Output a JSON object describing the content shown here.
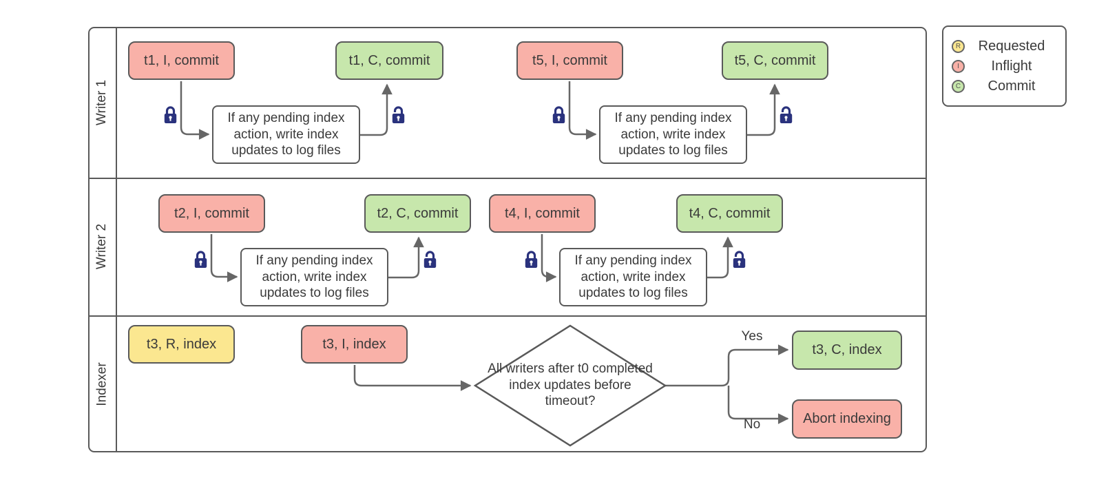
{
  "lanes": [
    {
      "label": "Writer 1"
    },
    {
      "label": "Writer 2"
    },
    {
      "label": "Indexer"
    }
  ],
  "nodes": {
    "t1_inflight": "t1, I, commit",
    "t1_commit": "t1, C, commit",
    "t5_inflight": "t5, I, commit",
    "t5_commit": "t5, C, commit",
    "t2_inflight": "t2, I, commit",
    "t2_commit": "t2, C, commit",
    "t4_inflight": "t4, I, commit",
    "t4_commit": "t4, C, commit",
    "t3_requested": "t3, R, index",
    "t3_inflight": "t3, I, index",
    "t3_commit": "t3, C, index",
    "abort_indexing": "Abort indexing"
  },
  "process_note": "If any pending index action, write index updates to log files",
  "decision": "All writers after t0 completed index updates before timeout?",
  "branch_labels": {
    "yes": "Yes",
    "no": "No"
  },
  "legend": {
    "items": [
      {
        "symbol": "R",
        "label": "Requested",
        "state": "requested"
      },
      {
        "symbol": "I",
        "label": "Inflight",
        "state": "inflight"
      },
      {
        "symbol": "C",
        "label": "Commit",
        "state": "commit"
      }
    ]
  },
  "colors": {
    "requested_fill": "#fbe790",
    "inflight_fill": "#f9b1a8",
    "commit_fill": "#c7e7ac",
    "process_fill": "#ffffff",
    "shape_border": "#595959",
    "connector": "#666666",
    "lock_icon": "#2a327d",
    "text": "#3a3a3a"
  },
  "icons": {
    "closed_lock": "lock-closed-icon",
    "open_lock": "lock-open-icon"
  }
}
